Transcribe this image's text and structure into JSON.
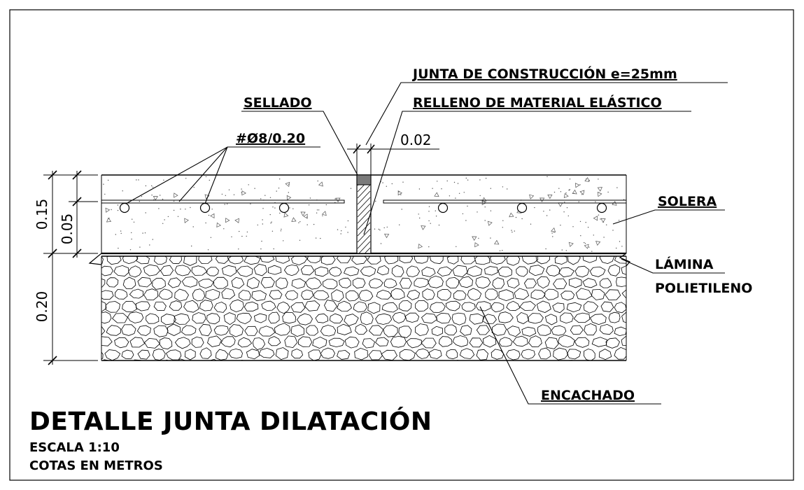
{
  "labels": {
    "junta": "JUNTA DE CONSTRUCCIÓN e=25mm",
    "sellado": "SELLADO",
    "relleno": "RELLENO DE MATERIAL ELÁSTICO",
    "armadura": "#Ø8/0.20",
    "solera": "SOLERA",
    "lamina_1": "LÁMINA",
    "lamina_2": "POLIETILENO",
    "encachado": "ENCACHADO"
  },
  "dimensions": {
    "joint_width": "0.02",
    "slab_thickness": "0.15",
    "rebar_height": "0.05",
    "base_thickness": "0.20"
  },
  "title": {
    "main": "DETALLE JUNTA DILATACIÓN",
    "scale": "ESCALA 1:10",
    "units": "COTAS EN METROS"
  }
}
